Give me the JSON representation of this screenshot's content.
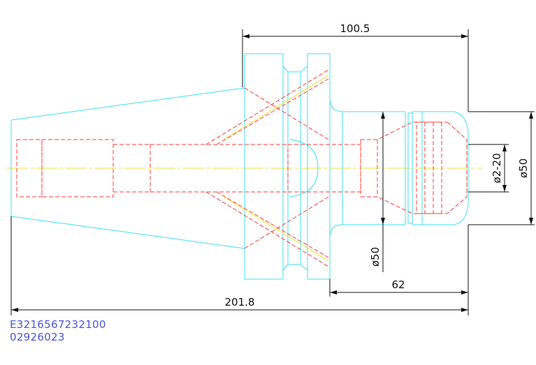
{
  "drawing": {
    "dimensions": {
      "top_length": "100.5",
      "overall_length": "201.8",
      "nose_length": "62",
      "shank_diameter": "ø50",
      "clamp_range": "ø2-20",
      "nose_diameter": "ø50"
    },
    "codes": {
      "line1": "E3216567232100",
      "line2": "02926023"
    },
    "colors": {
      "outline": "#3fe0f0",
      "hidden": "#ff3c3c",
      "center": "#f0e030",
      "dimension": "#111111",
      "code": "#4a55d8"
    }
  }
}
